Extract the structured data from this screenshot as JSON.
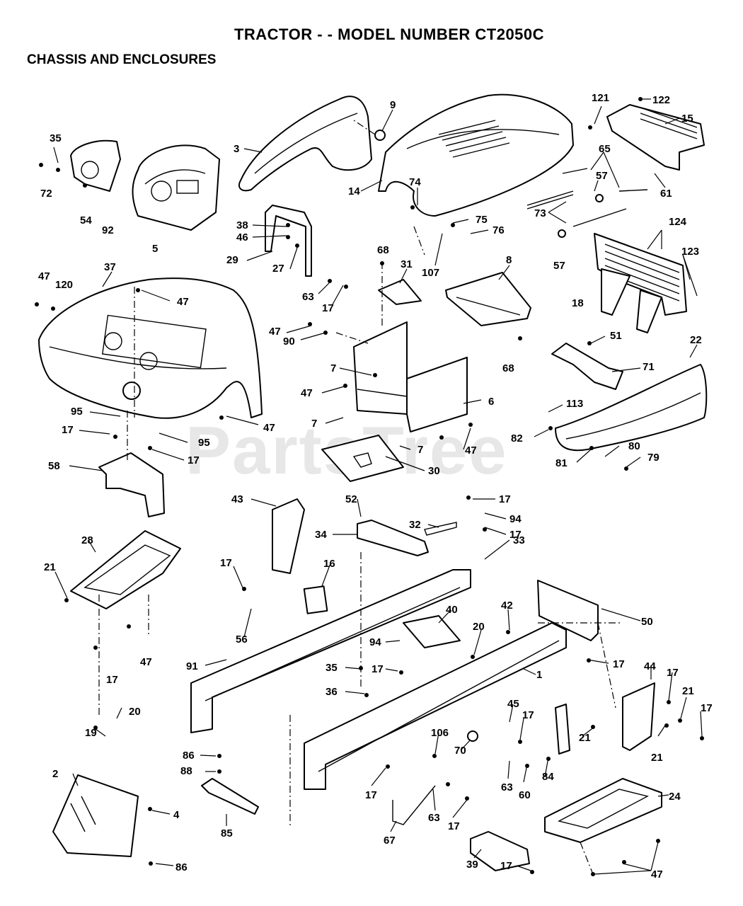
{
  "header": {
    "title": "TRACTOR - - MODEL NUMBER CT2050C",
    "subtitle": "CHASSIS AND ENCLOSURES"
  },
  "watermark": "PartsTree",
  "callouts": [
    {
      "id": "c-122",
      "label": "122"
    },
    {
      "id": "c-121",
      "label": "121"
    },
    {
      "id": "c-15",
      "label": "15"
    },
    {
      "id": "c-9",
      "label": "9"
    },
    {
      "id": "c-35a",
      "label": "35"
    },
    {
      "id": "c-3",
      "label": "3"
    },
    {
      "id": "c-65",
      "label": "65"
    },
    {
      "id": "c-72",
      "label": "72"
    },
    {
      "id": "c-57a",
      "label": "57"
    },
    {
      "id": "c-14",
      "label": "14"
    },
    {
      "id": "c-74",
      "label": "74"
    },
    {
      "id": "c-61",
      "label": "61"
    },
    {
      "id": "c-73",
      "label": "73"
    },
    {
      "id": "c-54",
      "label": "54"
    },
    {
      "id": "c-92",
      "label": "92"
    },
    {
      "id": "c-38",
      "label": "38"
    },
    {
      "id": "c-75",
      "label": "75"
    },
    {
      "id": "c-46",
      "label": "46"
    },
    {
      "id": "c-76",
      "label": "76"
    },
    {
      "id": "c-124",
      "label": "124"
    },
    {
      "id": "c-5",
      "label": "5"
    },
    {
      "id": "c-68a",
      "label": "68"
    },
    {
      "id": "c-29",
      "label": "29"
    },
    {
      "id": "c-123",
      "label": "123"
    },
    {
      "id": "c-8",
      "label": "8"
    },
    {
      "id": "c-57b",
      "label": "57"
    },
    {
      "id": "c-27",
      "label": "27"
    },
    {
      "id": "c-107",
      "label": "107"
    },
    {
      "id": "c-31",
      "label": "31"
    },
    {
      "id": "c-37",
      "label": "37"
    },
    {
      "id": "c-47a",
      "label": "47"
    },
    {
      "id": "c-120",
      "label": "120"
    },
    {
      "id": "c-63a",
      "label": "63"
    },
    {
      "id": "c-17a",
      "label": "17"
    },
    {
      "id": "c-18",
      "label": "18"
    },
    {
      "id": "c-47b",
      "label": "47"
    },
    {
      "id": "c-47c",
      "label": "47"
    },
    {
      "id": "c-90",
      "label": "90"
    },
    {
      "id": "c-51",
      "label": "51"
    },
    {
      "id": "c-22",
      "label": "22"
    },
    {
      "id": "c-68b",
      "label": "68"
    },
    {
      "id": "c-71",
      "label": "71"
    },
    {
      "id": "c-7a",
      "label": "7"
    },
    {
      "id": "c-47d",
      "label": "47"
    },
    {
      "id": "c-6",
      "label": "6"
    },
    {
      "id": "c-113",
      "label": "113"
    },
    {
      "id": "c-95a",
      "label": "95"
    },
    {
      "id": "c-7b",
      "label": "7"
    },
    {
      "id": "c-47e",
      "label": "47"
    },
    {
      "id": "c-17b",
      "label": "17"
    },
    {
      "id": "c-95b",
      "label": "95"
    },
    {
      "id": "c-82",
      "label": "82"
    },
    {
      "id": "c-7c",
      "label": "7"
    },
    {
      "id": "c-47f",
      "label": "47"
    },
    {
      "id": "c-80",
      "label": "80"
    },
    {
      "id": "c-17c",
      "label": "17"
    },
    {
      "id": "c-81",
      "label": "81"
    },
    {
      "id": "c-79",
      "label": "79"
    },
    {
      "id": "c-58",
      "label": "58"
    },
    {
      "id": "c-30",
      "label": "30"
    },
    {
      "id": "c-43",
      "label": "43"
    },
    {
      "id": "c-52",
      "label": "52"
    },
    {
      "id": "c-17d",
      "label": "17"
    },
    {
      "id": "c-94a",
      "label": "94"
    },
    {
      "id": "c-32",
      "label": "32"
    },
    {
      "id": "c-28",
      "label": "28"
    },
    {
      "id": "c-34",
      "label": "34"
    },
    {
      "id": "c-17e",
      "label": "17"
    },
    {
      "id": "c-33",
      "label": "33"
    },
    {
      "id": "c-21a",
      "label": "21"
    },
    {
      "id": "c-17f",
      "label": "17"
    },
    {
      "id": "c-16",
      "label": "16"
    },
    {
      "id": "c-40",
      "label": "40"
    },
    {
      "id": "c-42",
      "label": "42"
    },
    {
      "id": "c-50",
      "label": "50"
    },
    {
      "id": "c-56",
      "label": "56"
    },
    {
      "id": "c-20a",
      "label": "20"
    },
    {
      "id": "c-94b",
      "label": "94"
    },
    {
      "id": "c-47g",
      "label": "47"
    },
    {
      "id": "c-91",
      "label": "91"
    },
    {
      "id": "c-35b",
      "label": "35"
    },
    {
      "id": "c-17g",
      "label": "17"
    },
    {
      "id": "c-17h",
      "label": "17"
    },
    {
      "id": "c-44",
      "label": "44"
    },
    {
      "id": "c-17i",
      "label": "17"
    },
    {
      "id": "c-1",
      "label": "1"
    },
    {
      "id": "c-17j",
      "label": "17"
    },
    {
      "id": "c-36",
      "label": "36"
    },
    {
      "id": "c-21b",
      "label": "21"
    },
    {
      "id": "c-17k",
      "label": "17"
    },
    {
      "id": "c-20b",
      "label": "20"
    },
    {
      "id": "c-45",
      "label": "45"
    },
    {
      "id": "c-19",
      "label": "19"
    },
    {
      "id": "c-17l",
      "label": "17"
    },
    {
      "id": "c-106",
      "label": "106"
    },
    {
      "id": "c-21c",
      "label": "21"
    },
    {
      "id": "c-21d",
      "label": "21"
    },
    {
      "id": "c-86a",
      "label": "86"
    },
    {
      "id": "c-70",
      "label": "70"
    },
    {
      "id": "c-2",
      "label": "2"
    },
    {
      "id": "c-88",
      "label": "88"
    },
    {
      "id": "c-63b",
      "label": "63"
    },
    {
      "id": "c-60",
      "label": "60"
    },
    {
      "id": "c-84",
      "label": "84"
    },
    {
      "id": "c-17m",
      "label": "17"
    },
    {
      "id": "c-24",
      "label": "24"
    },
    {
      "id": "c-4",
      "label": "4"
    },
    {
      "id": "c-63c",
      "label": "63"
    },
    {
      "id": "c-17n",
      "label": "17"
    },
    {
      "id": "c-85",
      "label": "85"
    },
    {
      "id": "c-67",
      "label": "67"
    },
    {
      "id": "c-39",
      "label": "39"
    },
    {
      "id": "c-86b",
      "label": "86"
    },
    {
      "id": "c-17o",
      "label": "17"
    },
    {
      "id": "c-47h",
      "label": "47"
    }
  ]
}
